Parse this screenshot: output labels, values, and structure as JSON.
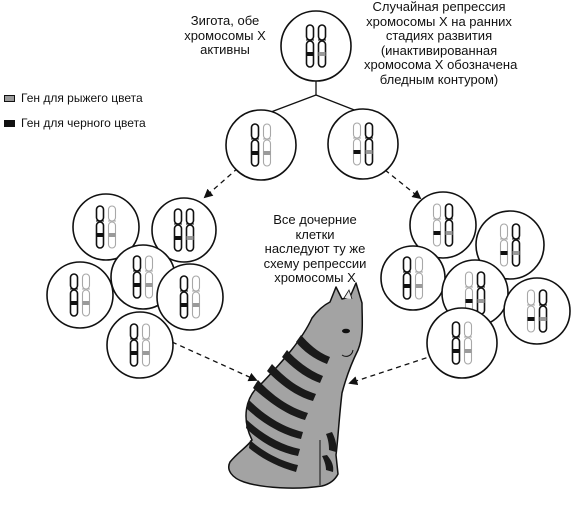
{
  "labels": {
    "zygote": [
      "Зигота, обе",
      "хромосомы Х",
      "активны"
    ],
    "random": [
      "Случайная репрессия",
      "хромосомы Х на ранних",
      "стадиях развития",
      "(инактивированная",
      "хромосома Х обозначена",
      "бледным контуром)"
    ],
    "daughter": [
      "Все дочерние",
      "клетки",
      "наследуют ту же",
      "схему репрессии",
      "хромосомы Х"
    ]
  },
  "legend": [
    {
      "label": "Ген для рыжего цвета",
      "color": "#9a9a9a"
    },
    {
      "label": "Ген для черного цвета",
      "color": "#111111"
    }
  ],
  "colors": {
    "orange_gene": "#9a9a9a",
    "black_gene": "#111111",
    "cat_body": "#a3a3a3",
    "stripe": "#1a1a1a"
  }
}
